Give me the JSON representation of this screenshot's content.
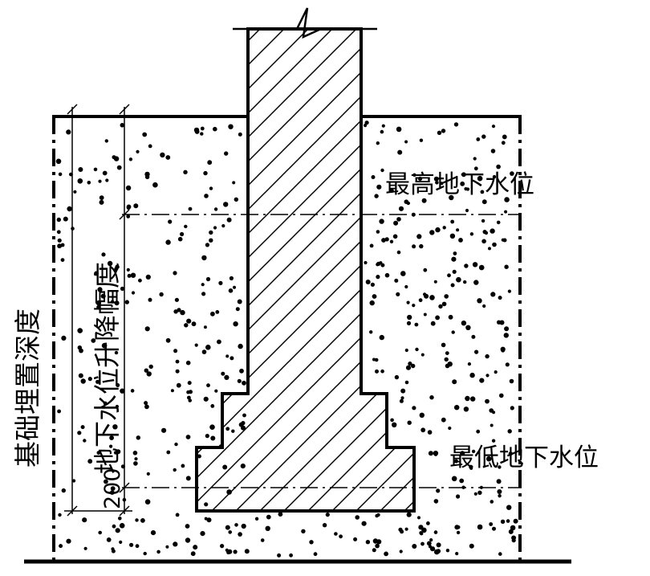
{
  "labels": {
    "highest_water_level": "最高地下水位",
    "lowest_water_level": "最低地下水位",
    "burial_depth": "基础埋置深度",
    "water_level_range": "地下水位升降幅度",
    "offset_value": "200"
  },
  "colors": {
    "line": "#000000",
    "background": "#ffffff"
  }
}
